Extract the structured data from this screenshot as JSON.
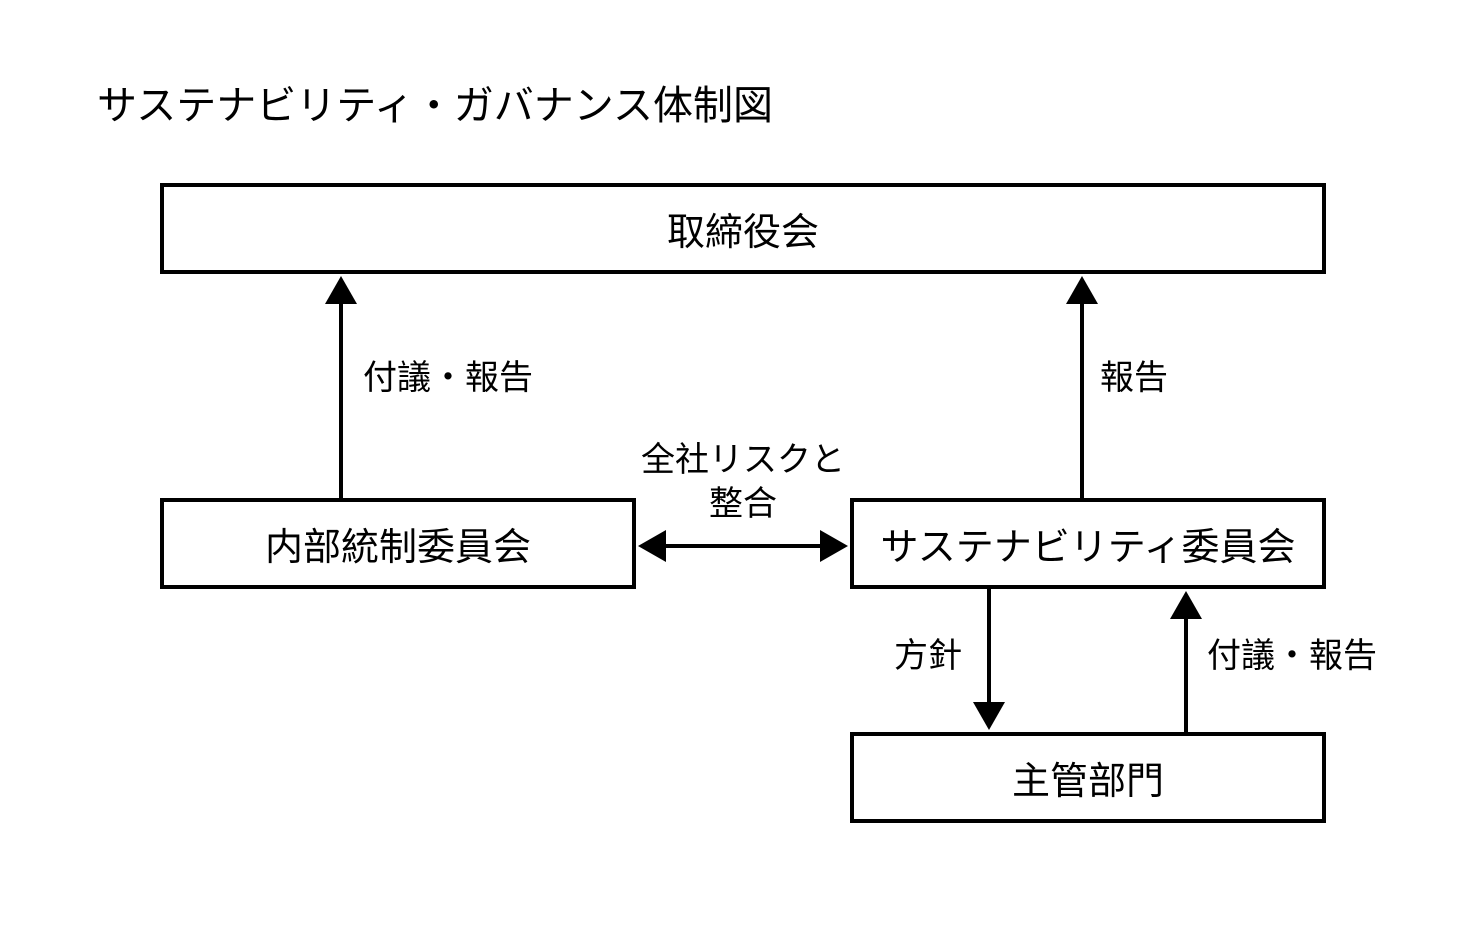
{
  "title": "サステナビリティ・ガバナンス体制図",
  "nodes": {
    "board": "取締役会",
    "internal_control": "内部統制委員会",
    "sustainability": "サステナビリティ委員会",
    "department": "主管部門"
  },
  "edges": {
    "internal_to_board": "付議・報告",
    "sustainability_to_board": "報告",
    "mutual_line1": "全社リスクと",
    "mutual_line2": "整合",
    "policy": "方針",
    "department_to_sustainability": "付議・報告"
  },
  "colors": {
    "line": "#000000",
    "background": "#ffffff"
  }
}
